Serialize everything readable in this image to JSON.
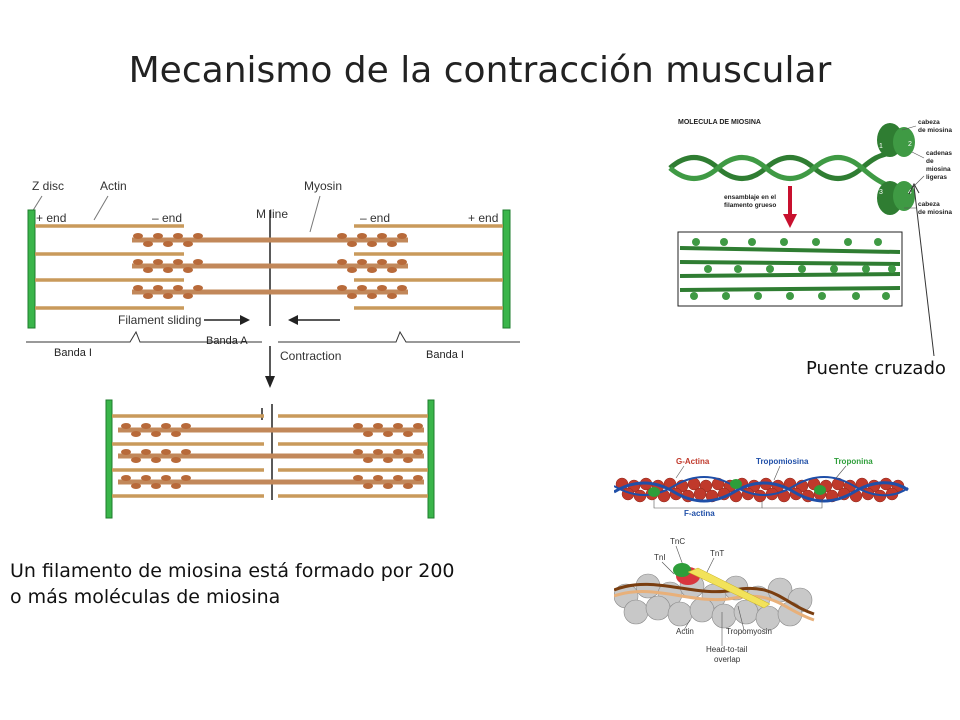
{
  "slide": {
    "title": "Mecanismo de la contracción muscular",
    "caption": "Un filamento de miosina está formado por 200\no más moléculas de miosina",
    "puente_label": "Puente cruzado"
  },
  "sarcomere": {
    "z_disc": "Z disc",
    "actin": "Actin",
    "m_line": "M line",
    "myosin": "Myosin",
    "plus_end": "+ end",
    "minus_end": "– end",
    "filament_sliding": "Filament sliding",
    "banda_i": "Banda I",
    "banda_a": "Banda A",
    "contraction": "Contraction"
  },
  "myosin_molecule": {
    "title": "MOLECULA DE MIOSINA",
    "cabeza_top": [
      "cabeza",
      "de miosina"
    ],
    "cadenas": [
      "cadenas",
      "de",
      "miosina",
      "ligeras"
    ],
    "cabeza_bottom": [
      "cabeza",
      "de miosina"
    ],
    "ensamblaje": [
      "ensamblaje en el",
      "filamento grueso"
    ],
    "head_numbers": [
      "1",
      "2",
      "3",
      "4"
    ]
  },
  "thin_filament": {
    "g_actina": "G-Actina",
    "tropomiosina": "Tropomiosina",
    "troponina": "Troponina",
    "f_actina": "F-actina"
  },
  "troponin_complex": {
    "tnc": "TnC",
    "tni": "TnI",
    "tnt": "TnT",
    "actin": "Actin",
    "tropomyosin": "Tropomyosin",
    "head_to_tail": [
      "Head-to-tail",
      "overlap"
    ]
  },
  "colors": {
    "z_disc": "#3ab54a",
    "actin": "#c99a5b",
    "myosin": "#c2885a",
    "myosin_green": "#2f7d32",
    "arrow_red": "#c8102e",
    "actin_bead": "#c0392b",
    "tropomiosina": "#1f4fa8",
    "troponina": "#2e9e3a"
  }
}
